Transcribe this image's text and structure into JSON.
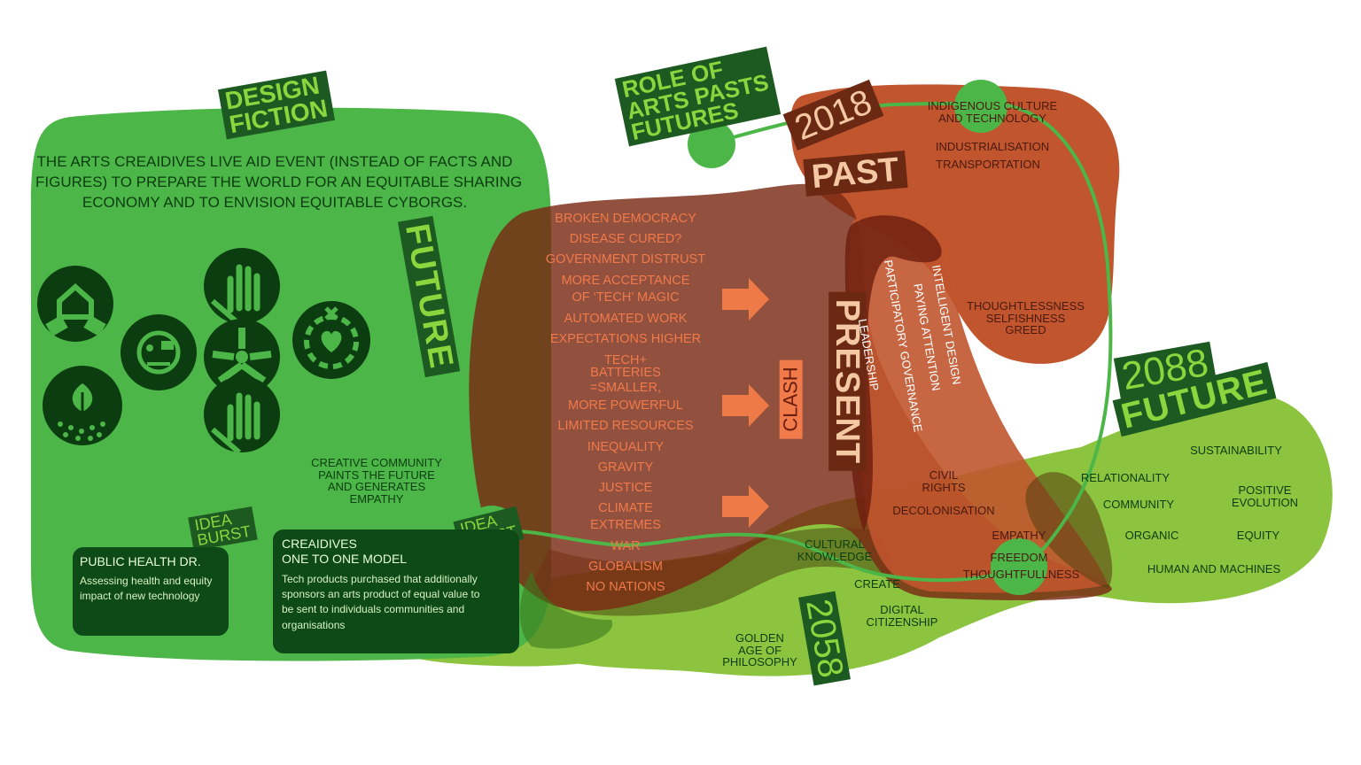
{
  "colors": {
    "green_main": "#4cb648",
    "green_light": "#8cc43f",
    "green_dark": "#0c3d10",
    "tag_green": "#1d5a21",
    "tag_text": "#8bd63e",
    "brown_past": "#c0552e",
    "brown_present": "#7a2a14",
    "orange_text": "#f07a4a",
    "arrow": "#ee7a48"
  },
  "tags": {
    "design_fiction": [
      "DESIGN",
      "FICTION"
    ],
    "role_of_arts": [
      "ROLE OF",
      "ARTS PASTS",
      "FUTURES"
    ],
    "year_2018": "2018",
    "past": "PAST",
    "present": "PRESENT",
    "clash": "CLASH",
    "future_vertical": "FUTURE",
    "year_2088": "2088",
    "future_right": "FUTURE",
    "year_2058": "2058",
    "idea_burst_1": [
      "IDEA",
      "BURST"
    ],
    "idea_burst_2": [
      "IDEA",
      "BURST"
    ]
  },
  "design_fiction": {
    "statement": [
      "THE ARTS CREAIDIVES LIVE AID EVENT (INSTEAD OF FACTS AND",
      "FIGURES) TO PREPARE THE WORLD FOR AN EQUITABLE SHARING",
      "ECONOMY AND TO ENVISION EQUITABLE CYBORGS."
    ],
    "creative_community": [
      "CREATIVE COMMUNITY",
      "PAINTS THE FUTURE",
      "AND GENERATES",
      "EMPATHY"
    ],
    "icons": [
      "house-puzzle-icon",
      "hand-stop-icon",
      "cyborg-face-icon",
      "share-icon",
      "heart-target-icon",
      "tree-icon",
      "hand-stop-icon"
    ]
  },
  "idea_boxes": [
    {
      "title": "PUBLIC HEALTH DR.",
      "body": [
        "Assessing health and equity",
        "impact of new technology"
      ]
    },
    {
      "title": [
        "CREAIDIVES",
        "ONE TO ONE MODEL"
      ],
      "body": [
        "Tech products purchased that additionally",
        "sponsors an arts product of equal value to",
        "be sent to individuals communities and",
        "organisations"
      ]
    }
  ],
  "present_list": [
    "BROKEN DEMOCRACY",
    "DISEASE CURED?",
    "GOVERNMENT DISTRUST",
    "MORE ACCEPTANCE",
    "OF ‘TECH’ MAGIC",
    "AUTOMATED WORK",
    "EXPECTATIONS HIGHER",
    "TECH+",
    "BATTERIES",
    "=SMALLER,",
    "MORE POWERFUL",
    "LIMITED RESOURCES",
    "INEQUALITY",
    "GRAVITY",
    "JUSTICE",
    "CLIMATE",
    "EXTREMES",
    "WAR",
    "GLOBALISM",
    "NO NATIONS"
  ],
  "past_items": {
    "indigenous": [
      "INDIGENOUS CULTURE",
      "AND TECHNOLOGY"
    ],
    "industrialisation": "INDUSTRIALISATION",
    "transportation": "TRANSPORTATION",
    "thoughtlessness": [
      "THOUGHTLESSNESS",
      "SELFISHNESS",
      "GREED"
    ]
  },
  "present_vertical": [
    "INTELLIGENT DESIGN",
    "PAYING ATTENTION",
    "PARTICIPATORY GOVERNANCE",
    "LEADERSHIP"
  ],
  "middle_items": {
    "civil_rights": [
      "CIVIL",
      "RIGHTS"
    ],
    "decolonisation": "DECOLONISATION",
    "empathy": "EMPATHY",
    "freedom": "FREEDOM",
    "thoughtfullness": "THOUGHTFULLNESS"
  },
  "future_2058": {
    "cultural": [
      "CULTURAL",
      "KNOWLEDGE"
    ],
    "create": "CREATE",
    "digital": [
      "DIGITAL",
      "CITIZENSHIP"
    ],
    "golden": [
      "GOLDEN",
      "AGE OF",
      "PHILOSOPHY"
    ]
  },
  "future_2088": {
    "sustainability": "SUSTAINABILITY",
    "relationality": "RELATIONALITY",
    "positive": [
      "POSITIVE",
      "EVOLUTION"
    ],
    "community": "COMMUNITY",
    "organic": "ORGANIC",
    "equity": "EQUITY",
    "human": "HUMAN AND MACHINES"
  }
}
